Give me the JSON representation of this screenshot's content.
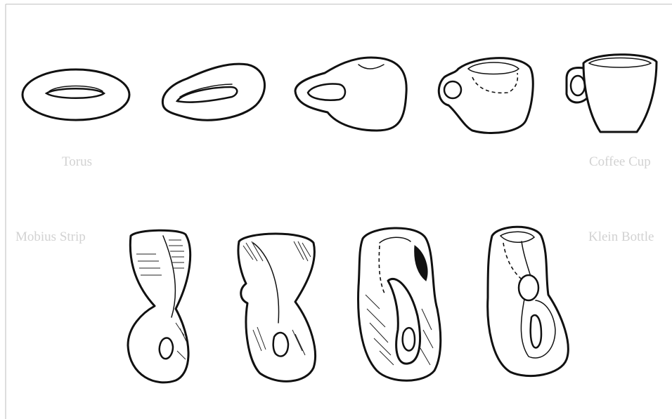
{
  "labels": {
    "torus": "Torus",
    "coffee_cup": "Coffee Cup",
    "mobius_strip": "Mobius Strip",
    "klein_bottle": "Klein Bottle"
  },
  "colors": {
    "label_text": "#d2d2d2",
    "ink": "#111111",
    "background": "#ffffff"
  }
}
